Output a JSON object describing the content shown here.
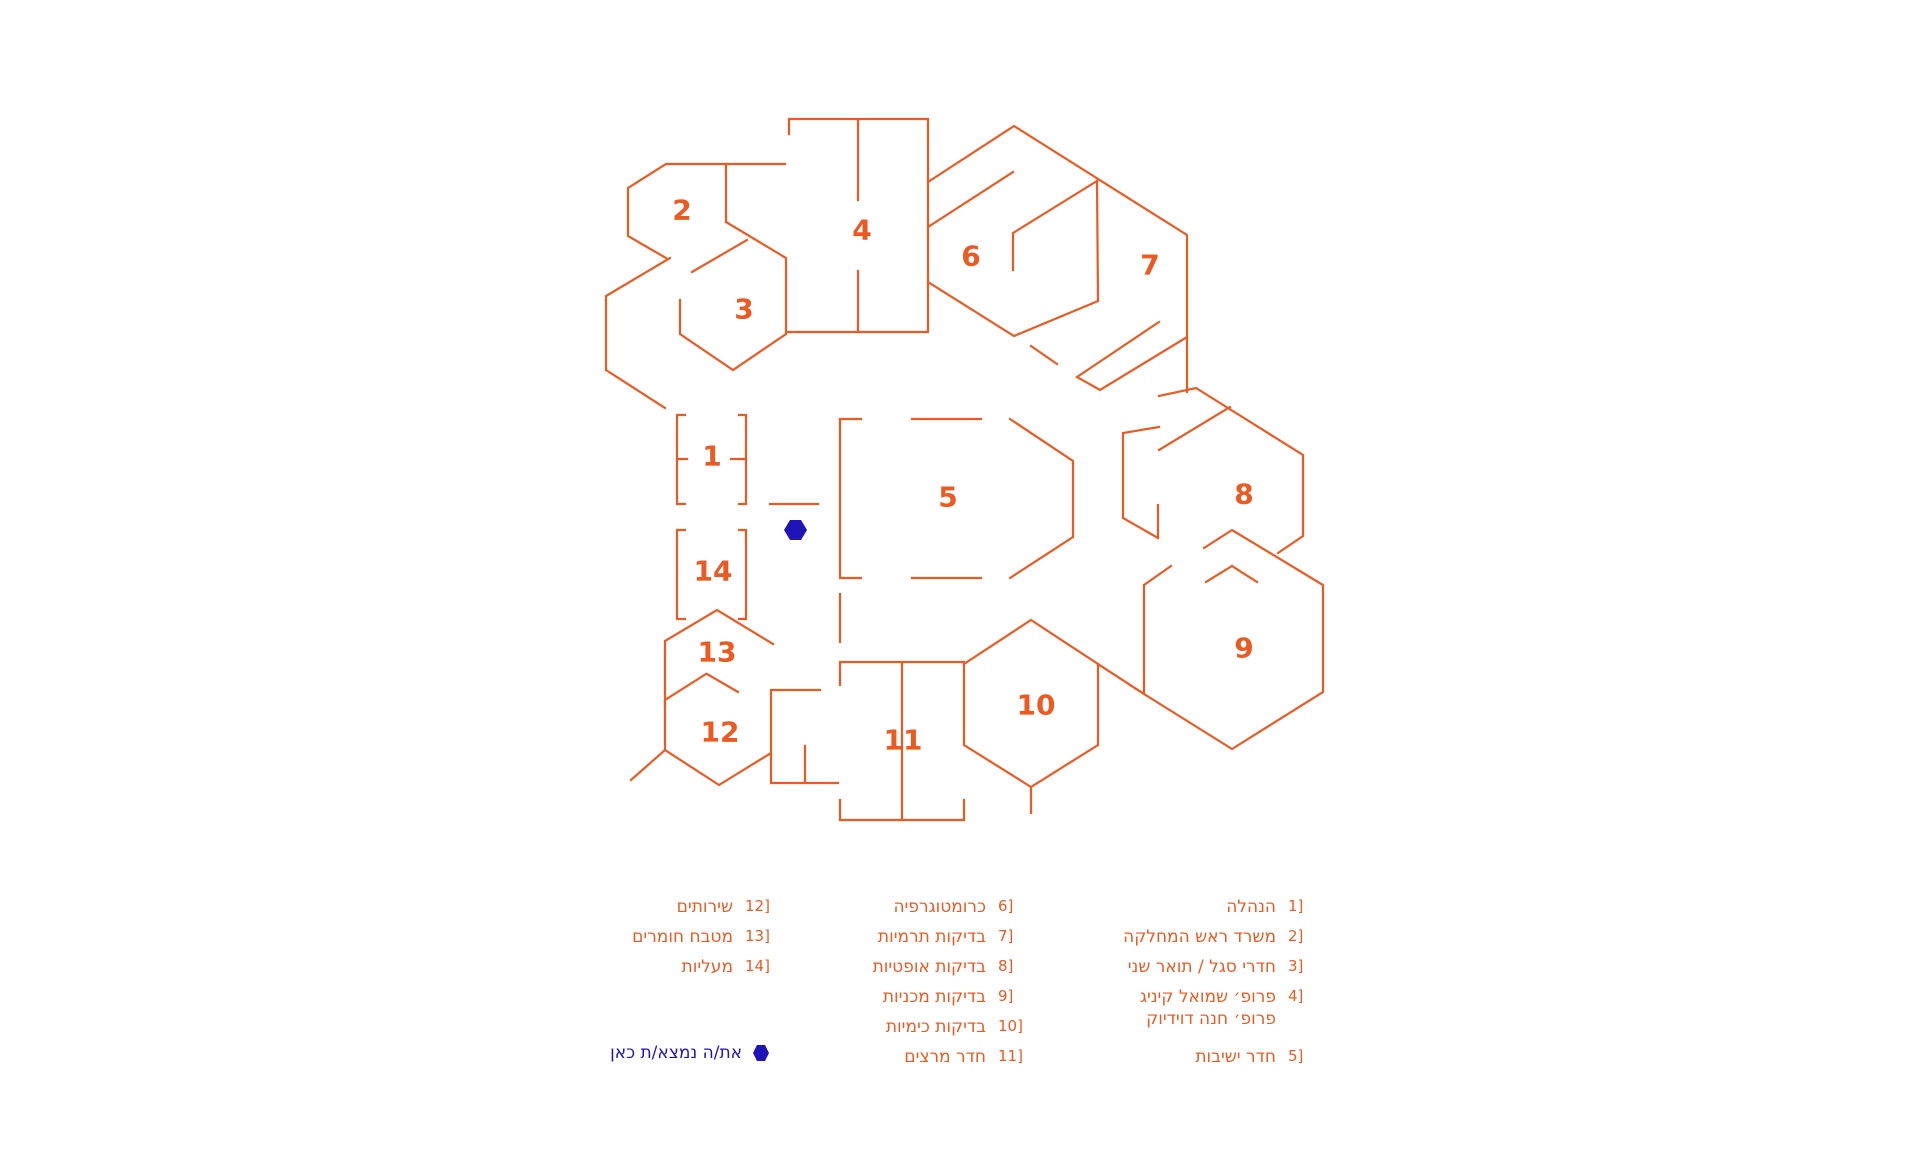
{
  "colors": {
    "walls": "#ec5a21",
    "you_are_here": "#1f14b8",
    "background": "#ffffff"
  },
  "rooms": [
    {
      "n": "1"
    },
    {
      "n": "2"
    },
    {
      "n": "3"
    },
    {
      "n": "4"
    },
    {
      "n": "5"
    },
    {
      "n": "6"
    },
    {
      "n": "7"
    },
    {
      "n": "8"
    },
    {
      "n": "9"
    },
    {
      "n": "10"
    },
    {
      "n": "11"
    },
    {
      "n": "12"
    },
    {
      "n": "13"
    },
    {
      "n": "14"
    }
  ],
  "legend": {
    "col1": [
      {
        "num": "1]",
        "text": "הנהלה"
      },
      {
        "num": "2]",
        "text": "משרד ראש המחלקה"
      },
      {
        "num": "3]",
        "text": "חדרי סגל / תואר שני"
      },
      {
        "num": "4]",
        "text": "פרופ׳ שמואל קיניג",
        "text2": "פרופ׳ חנה דוידיוק"
      },
      {
        "num": "5]",
        "text": "חדר ישיבות"
      }
    ],
    "col2": [
      {
        "num": "6]",
        "text": "כרומטוגרפיה"
      },
      {
        "num": "7]",
        "text": "בדיקות תרמיות"
      },
      {
        "num": "8]",
        "text": "בדיקות אופטיות"
      },
      {
        "num": "9]",
        "text": "בדיקות מכניות"
      },
      {
        "num": "10]",
        "text": "בדיקות כימיות"
      },
      {
        "num": "11]",
        "text": "חדר מרצים"
      }
    ],
    "col3": [
      {
        "num": "12]",
        "text": "שירותים"
      },
      {
        "num": "13]",
        "text": "מטבח חומרים"
      },
      {
        "num": "14]",
        "text": "מעליות"
      }
    ]
  },
  "you_are_here": {
    "label": "את/ה נמצא/ת כאן",
    "icon": "hexagon-marker-icon"
  }
}
